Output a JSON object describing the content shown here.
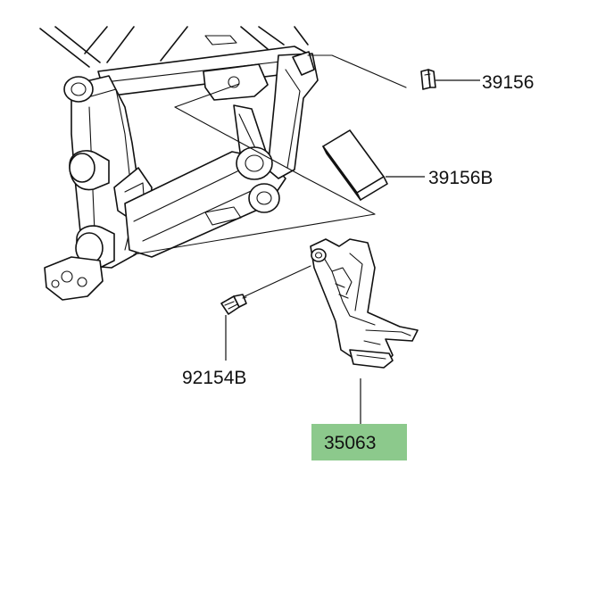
{
  "parts": [
    {
      "id": "p39156",
      "number": "39156",
      "highlighted": false
    },
    {
      "id": "p39156b",
      "number": "39156B",
      "highlighted": false
    },
    {
      "id": "p92154b",
      "number": "92154B",
      "highlighted": false
    },
    {
      "id": "p35063",
      "number": "35063",
      "highlighted": true
    }
  ],
  "colors": {
    "highlight": "#8cc98c",
    "line": "#111111",
    "background": "#ffffff"
  }
}
